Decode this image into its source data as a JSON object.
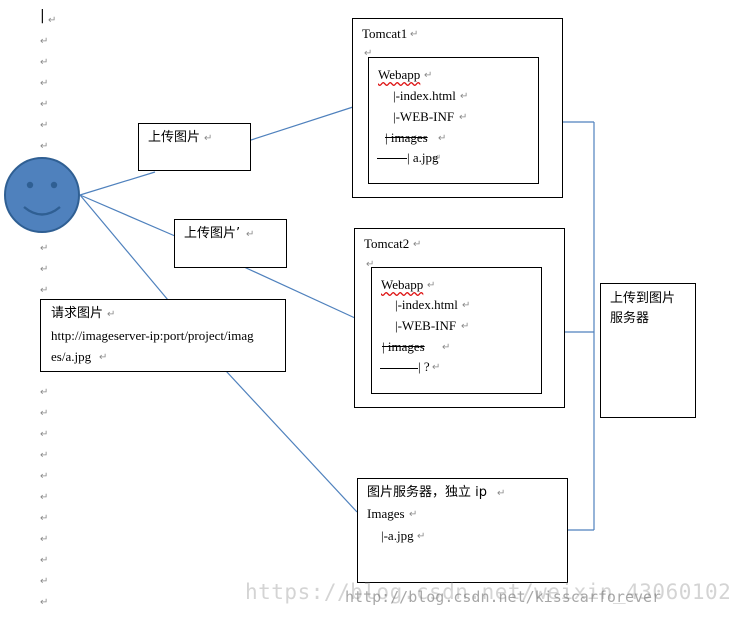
{
  "colors": {
    "connector": "#4f81bd",
    "face_fill": "#4f81bd",
    "face_stroke": "#2f5f93",
    "return_mark": "#8a8a8a"
  },
  "icons": {
    "user": "smiley-face-icon",
    "paragraph_mark": "return-arrow"
  },
  "return_mark": "↵",
  "cursor_mark": "|",
  "upload_1": {
    "label": "上传图片"
  },
  "upload_2": {
    "label": "上传图片’"
  },
  "request": {
    "label": "请求图片",
    "url_line1": "http://imageserver-ip:port/project/imag",
    "url_line2": "es/a.jpg"
  },
  "tomcat1": {
    "title": "Tomcat1",
    "webapp": "Webapp",
    "files": [
      "|-index.html",
      "|-WEB-INF",
      "| images",
      "| a.jpg"
    ]
  },
  "tomcat2": {
    "title": "Tomcat2",
    "webapp": "Webapp",
    "files": [
      "|-index.html",
      "|-WEB-INF",
      "| images",
      "| ?"
    ]
  },
  "upload_to_server": {
    "label_line1": "上传到图片",
    "label_line2": "服务器"
  },
  "image_server": {
    "title": "图片服务器，独立 ip",
    "images": "Images",
    "file": "|-a.jpg"
  },
  "watermark": {
    "faint": "https://blog.csdn.net/weixin_43060102",
    "overlay": "http://blog.csdn.net/kisscarforever"
  }
}
